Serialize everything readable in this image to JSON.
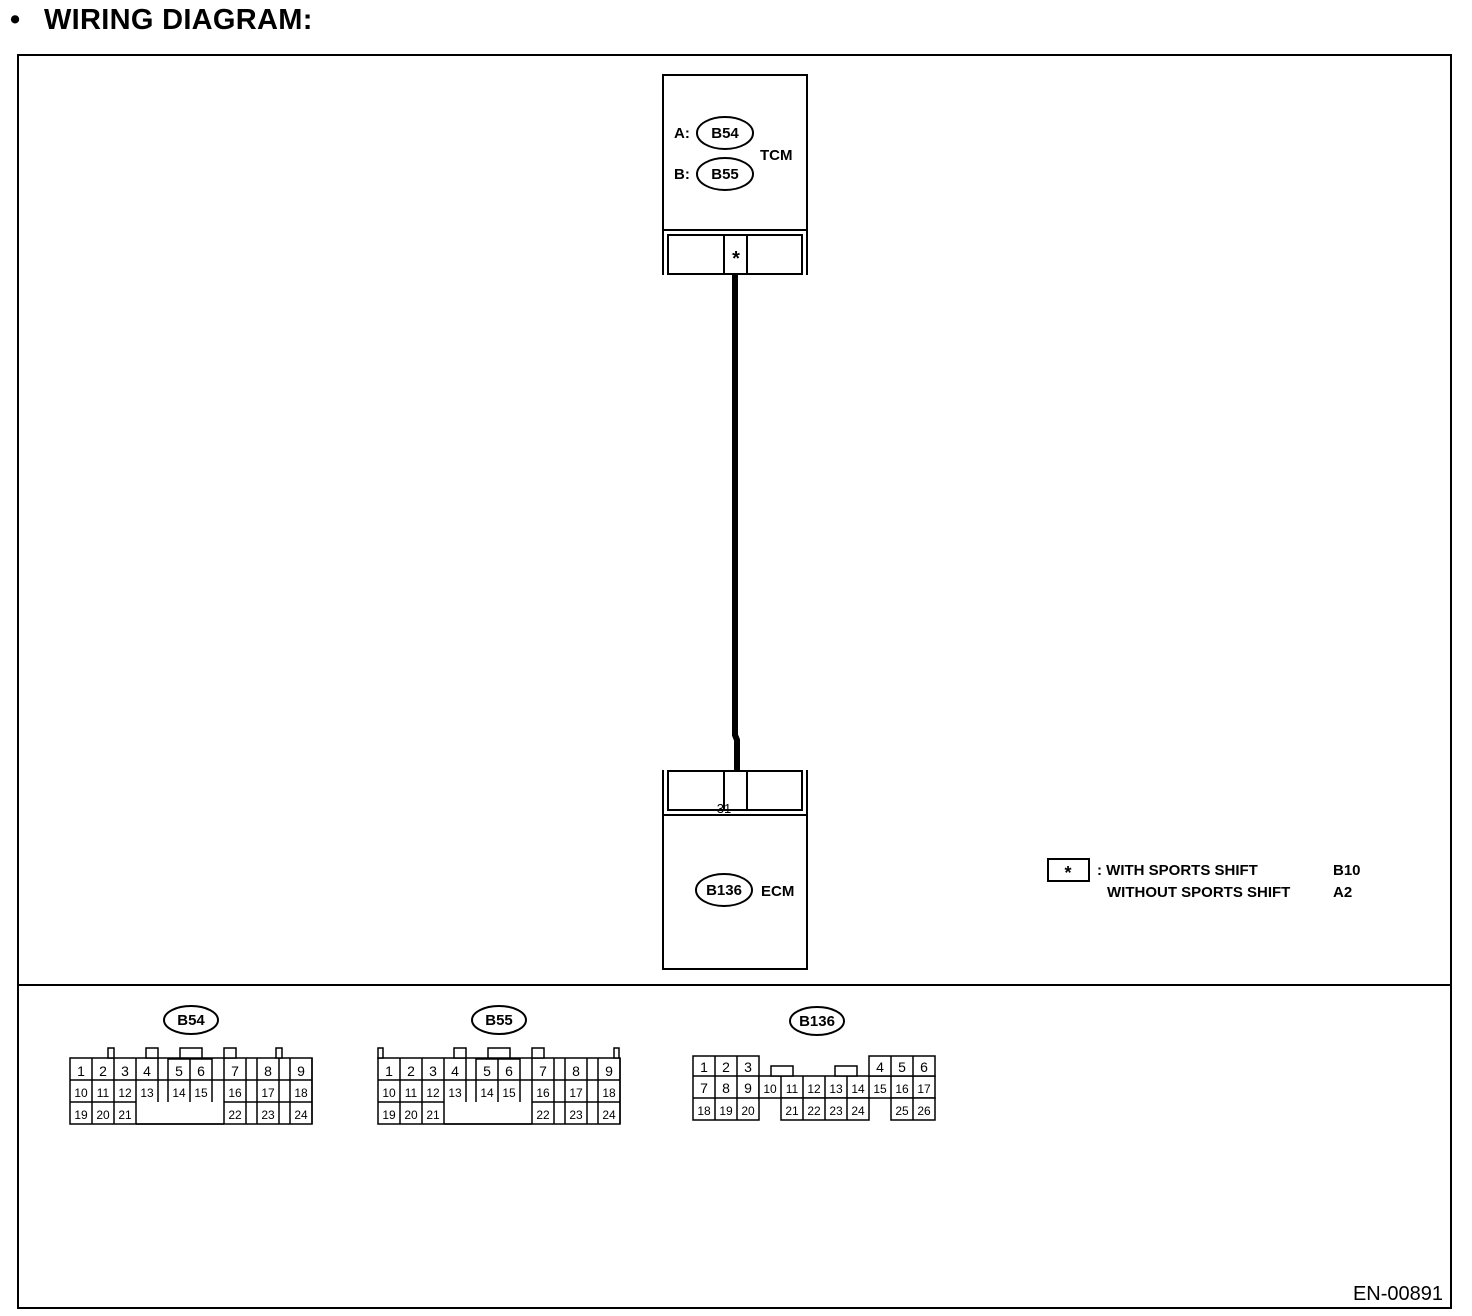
{
  "heading": {
    "bullet": "•",
    "title": "WIRING DIAGRAM:"
  },
  "tcm": {
    "label": "TCM",
    "conn_a_prefix": "A:",
    "conn_a": "B54",
    "conn_b_prefix": "B:",
    "conn_b": "B55",
    "terminal_mark": "*"
  },
  "ecm": {
    "label": "ECM",
    "connector": "B136",
    "terminal": "31"
  },
  "legend": {
    "symbol": "*",
    "row1_label": ": WITH SPORTS SHIFT",
    "row1_value": "B10",
    "row2_label": "WITHOUT SPORTS SHIFT",
    "row2_value": "A2"
  },
  "connectors": [
    {
      "name": "B54",
      "row1": [
        "1",
        "2",
        "3",
        "4",
        "5",
        "6",
        "7",
        "8",
        "9"
      ],
      "row2": [
        "10",
        "11",
        "12",
        "13",
        "14",
        "15",
        "16",
        "17",
        "18"
      ],
      "row3": [
        "19",
        "20",
        "21",
        "22",
        "23",
        "24"
      ]
    },
    {
      "name": "B55",
      "row1": [
        "1",
        "2",
        "3",
        "4",
        "5",
        "6",
        "7",
        "8",
        "9"
      ],
      "row2": [
        "10",
        "11",
        "12",
        "13",
        "14",
        "15",
        "16",
        "17",
        "18"
      ],
      "row3": [
        "19",
        "20",
        "21",
        "22",
        "23",
        "24"
      ]
    },
    {
      "name": "B136",
      "row1": [
        "1",
        "2",
        "3",
        "4",
        "5",
        "6"
      ],
      "row2": [
        "7",
        "8",
        "9",
        "10",
        "11",
        "12",
        "13",
        "14",
        "15",
        "16",
        "17"
      ],
      "row3": [
        "18",
        "19",
        "20",
        "21",
        "22",
        "23",
        "24",
        "25",
        "26"
      ]
    }
  ],
  "footer_code": "EN-00891"
}
